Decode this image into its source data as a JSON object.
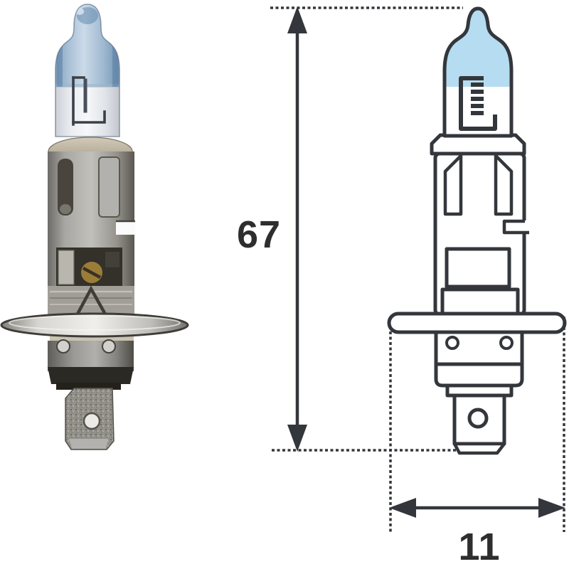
{
  "figure": {
    "subject": "halogen headlight bulb shown as photo and technical outline drawing with dimensions",
    "views": {
      "photo": "bulb-photo",
      "drawing": "bulb-outline-drawing"
    },
    "dimensions": {
      "height_value": "67",
      "width_value": "11"
    },
    "colors": {
      "background": "#ffffff",
      "line": "#33373c",
      "glass_tint": "#b5dcf0",
      "dimension_text": "#2e2e2e",
      "photo_glass_blue": "#8fafcc",
      "photo_metal_gray": "#a3a19c"
    }
  }
}
